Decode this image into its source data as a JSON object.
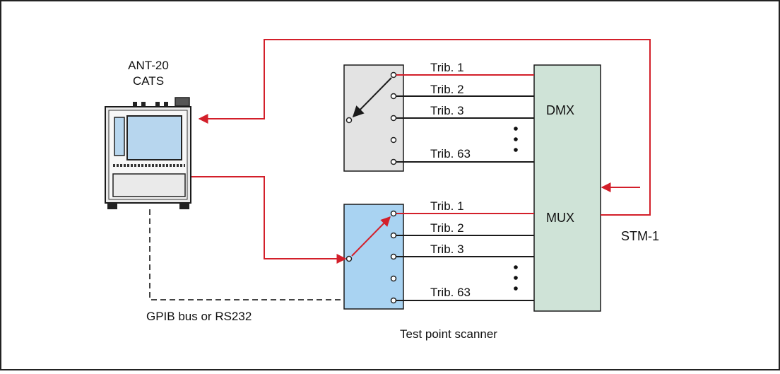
{
  "device": {
    "line1": "ANT-20",
    "line2": "CATS"
  },
  "dmx_label": "DMX",
  "mux_label": "MUX",
  "stm_label": "STM-1",
  "bus_label": "GPIB bus or RS232",
  "scanner_label": "Test point scanner",
  "upper_tribs": [
    "Trib. 1",
    "Trib. 2",
    "Trib. 3",
    "Trib. 63"
  ],
  "lower_tribs": [
    "Trib. 1",
    "Trib. 2",
    "Trib. 3",
    "Trib. 63"
  ],
  "colors": {
    "signal": "#d31f2a",
    "mux_box": "#cfe3d7",
    "scanner_active": "#a9d3f2",
    "scanner_idle": "#e3e3e3",
    "line": "#1a1a1a"
  }
}
